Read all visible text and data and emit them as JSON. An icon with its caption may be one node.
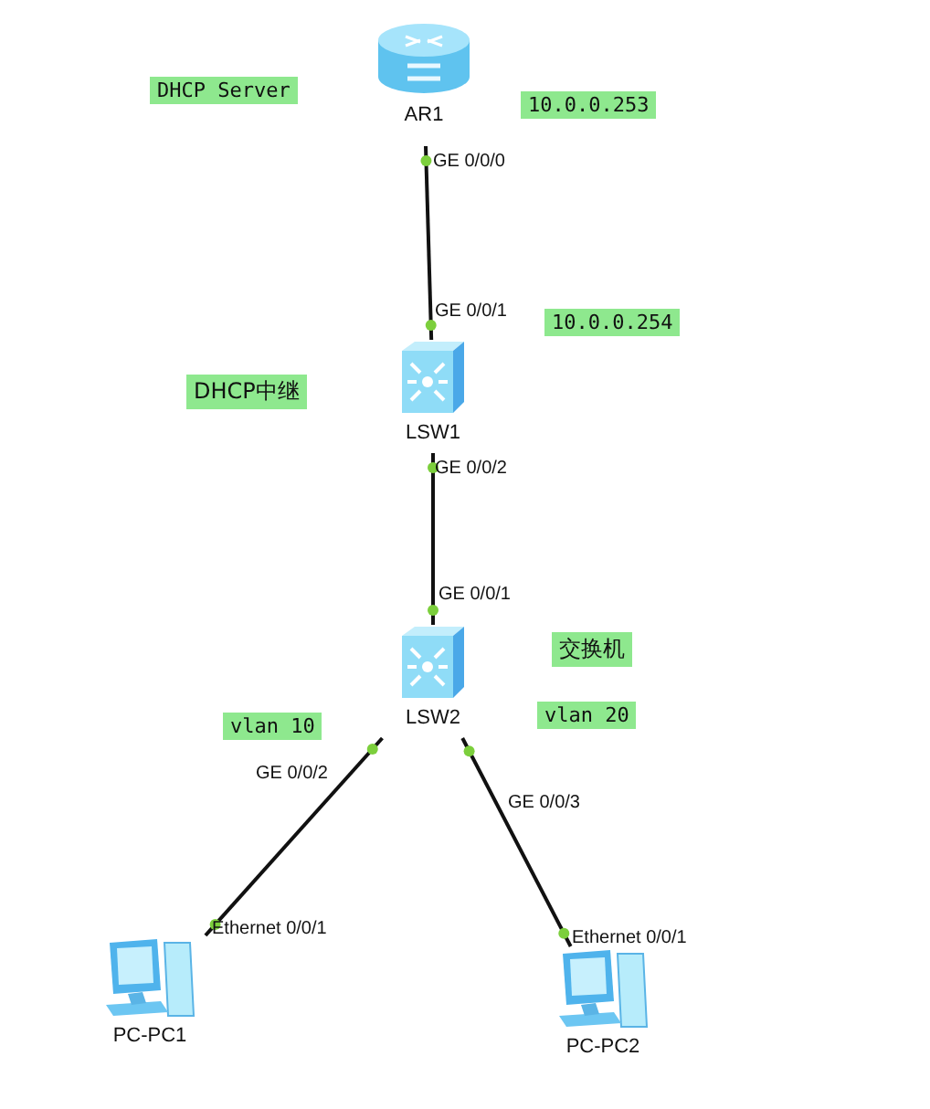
{
  "diagram": {
    "nodes": [
      {
        "text": [
          "AR1"
        ]
      },
      {
        "text": [
          "LSW1"
        ]
      },
      {
        "text": [
          "LSW2"
        ]
      },
      {
        "text": [
          "PC-PC1"
        ]
      },
      {
        "text": [
          "PC-PC2"
        ]
      }
    ],
    "edges": [
      {
        "from": 0,
        "to": 1,
        "arrow": "none"
      },
      {
        "from": 1,
        "to": 2,
        "arrow": "none"
      },
      {
        "from": 2,
        "to": 3,
        "arrow": "none"
      },
      {
        "from": 2,
        "to": 4,
        "arrow": "none"
      }
    ],
    "labels": [
      "DHCP Server",
      "10.0.0.253",
      "GE 0/0/0",
      "GE 0/0/1",
      "10.0.0.254",
      "DHCP中继",
      "GE 0/0/2",
      "GE 0/0/1",
      "交换机",
      "vlan 10",
      "vlan 20",
      "GE 0/0/2",
      "GE 0/0/3",
      "Ethernet 0/0/1",
      "Ethernet 0/0/1"
    ]
  }
}
